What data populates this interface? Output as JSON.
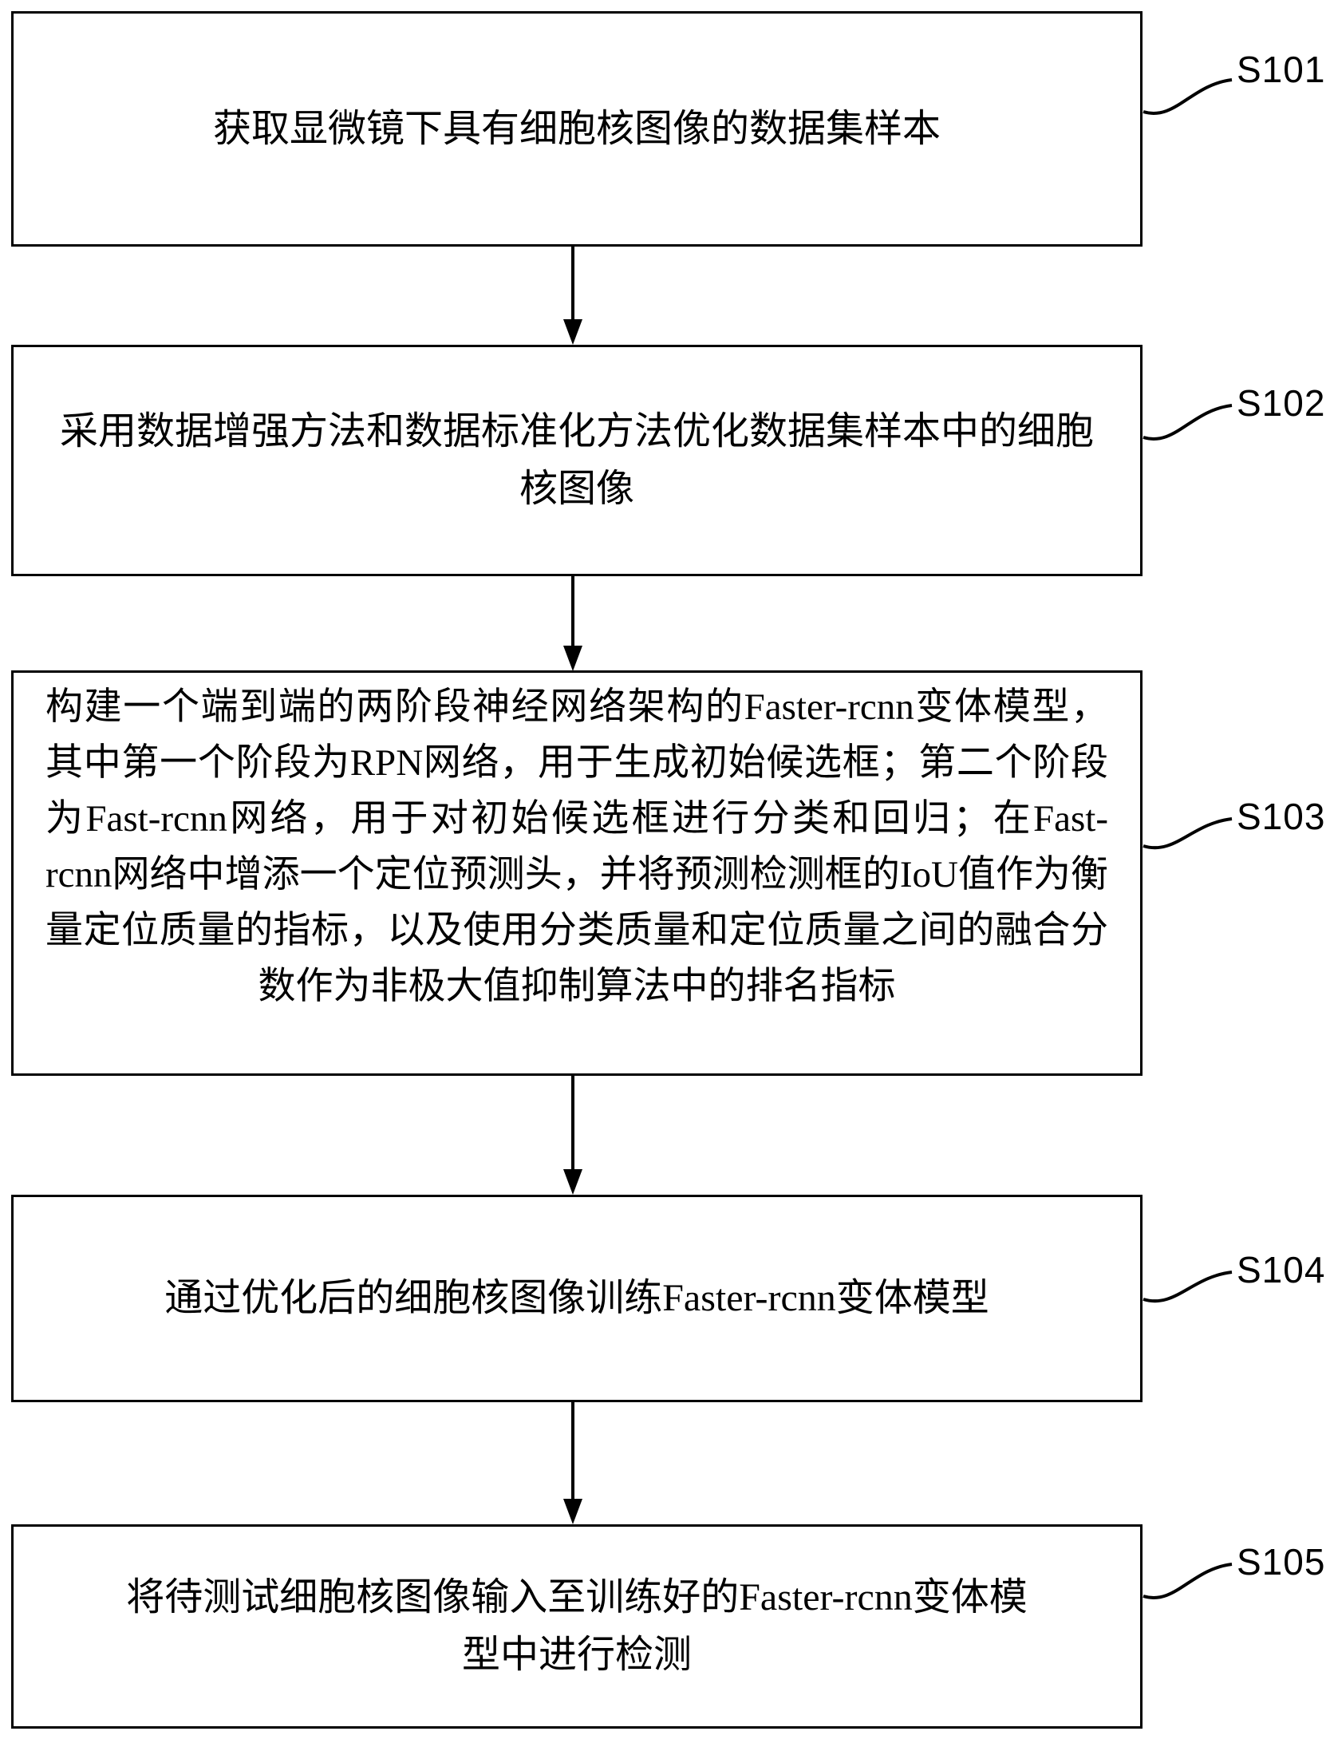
{
  "figure": {
    "background_color": "#ffffff",
    "line_color": "#000000",
    "type": "flowchart"
  },
  "steps": [
    {
      "id": "S101",
      "text": "获取显微镜下具有细胞核图像的数据集样本"
    },
    {
      "id": "S102",
      "text": "采用数据增强方法和数据标准化方法优化数据集样本中的细胞核图像"
    },
    {
      "id": "S103",
      "text": "构建一个端到端的两阶段神经网络架构的Faster-rcnn变体模型，其中第一个阶段为RPN网络，用于生成初始候选框；第二个阶段为Fast-rcnn网络，用于对初始候选框进行分类和回归；在Fast-rcnn网络中增添一个定位预测头，并将预测检测框的IoU值作为衡量定位质量的指标，以及使用分类质量和定位质量之间的融合分数作为非极大值抑制算法中的排名指标"
    },
    {
      "id": "S104",
      "text": "通过优化后的细胞核图像训练Faster-rcnn变体模型"
    },
    {
      "id": "S105",
      "text": "将待测试细胞核图像输入至训练好的Faster-rcnn变体模型中进行检测"
    }
  ]
}
